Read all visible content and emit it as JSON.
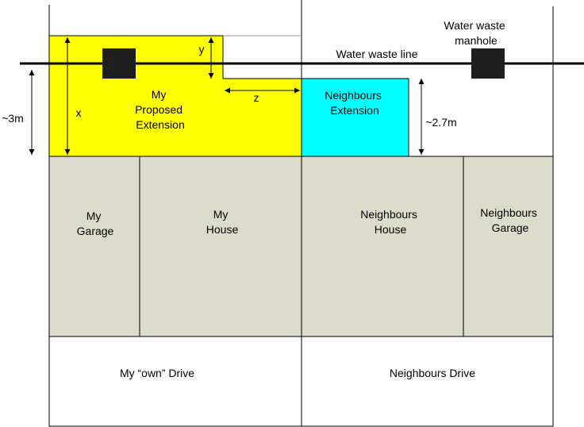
{
  "colors": {
    "proposed_extension": "#ffff00",
    "neighbours_extension": "#00ffff",
    "buildings": "#dcdccc",
    "lines": "#000000",
    "manhole": "#1e1e1e"
  },
  "labels": {
    "water_waste_manhole": [
      "Water waste",
      "manhole"
    ],
    "water_waste_line": "Water waste line",
    "my_proposed_extension": [
      "My",
      "Proposed",
      "Extension"
    ],
    "neighbours_extension": [
      "Neighbours",
      "Extension"
    ],
    "my_garage": [
      "My",
      "Garage"
    ],
    "my_house": [
      "My",
      "House"
    ],
    "neighbours_house": [
      "Neighbours",
      "House"
    ],
    "neighbours_garage": [
      "Neighbours",
      "Garage"
    ],
    "my_drive": "My “own” Drive",
    "neighbours_drive": "Neighbours Drive"
  },
  "dimensions": {
    "x": "x",
    "y": "y",
    "z": "z",
    "approx_3m": "~3m",
    "approx_2_7m": "~2.7m"
  }
}
